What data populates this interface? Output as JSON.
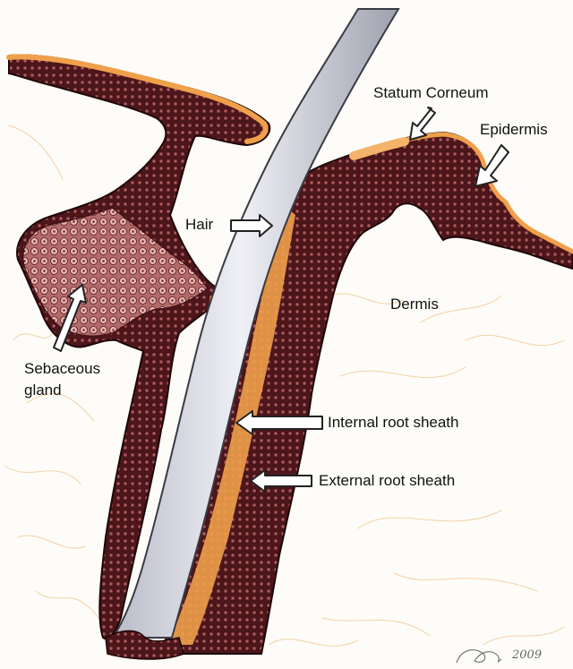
{
  "labels": {
    "stratum_corneum": "Statum Corneum",
    "epidermis": "Epidermis",
    "hair": "Hair",
    "dermis": "Dermis",
    "sebaceous_line1": "Sebaceous",
    "sebaceous_line2": "gland",
    "internal_root_sheath": "Internal root sheath",
    "external_root_sheath": "External root sheath"
  },
  "signature": {
    "year": "2009"
  },
  "colors": {
    "tissue_dark": "#5a1c20",
    "cells": "#c98a86",
    "orange_layer": "#f0a04b",
    "hair_fill": "#dcdde6",
    "hair_outline": "#3a3a44",
    "fiber": "#f0c890",
    "arrow_fill": "#ffffff",
    "arrow_stroke": "#222222"
  },
  "icons": {
    "arrow": "white-block-arrow",
    "signature": "handwritten-signature"
  }
}
